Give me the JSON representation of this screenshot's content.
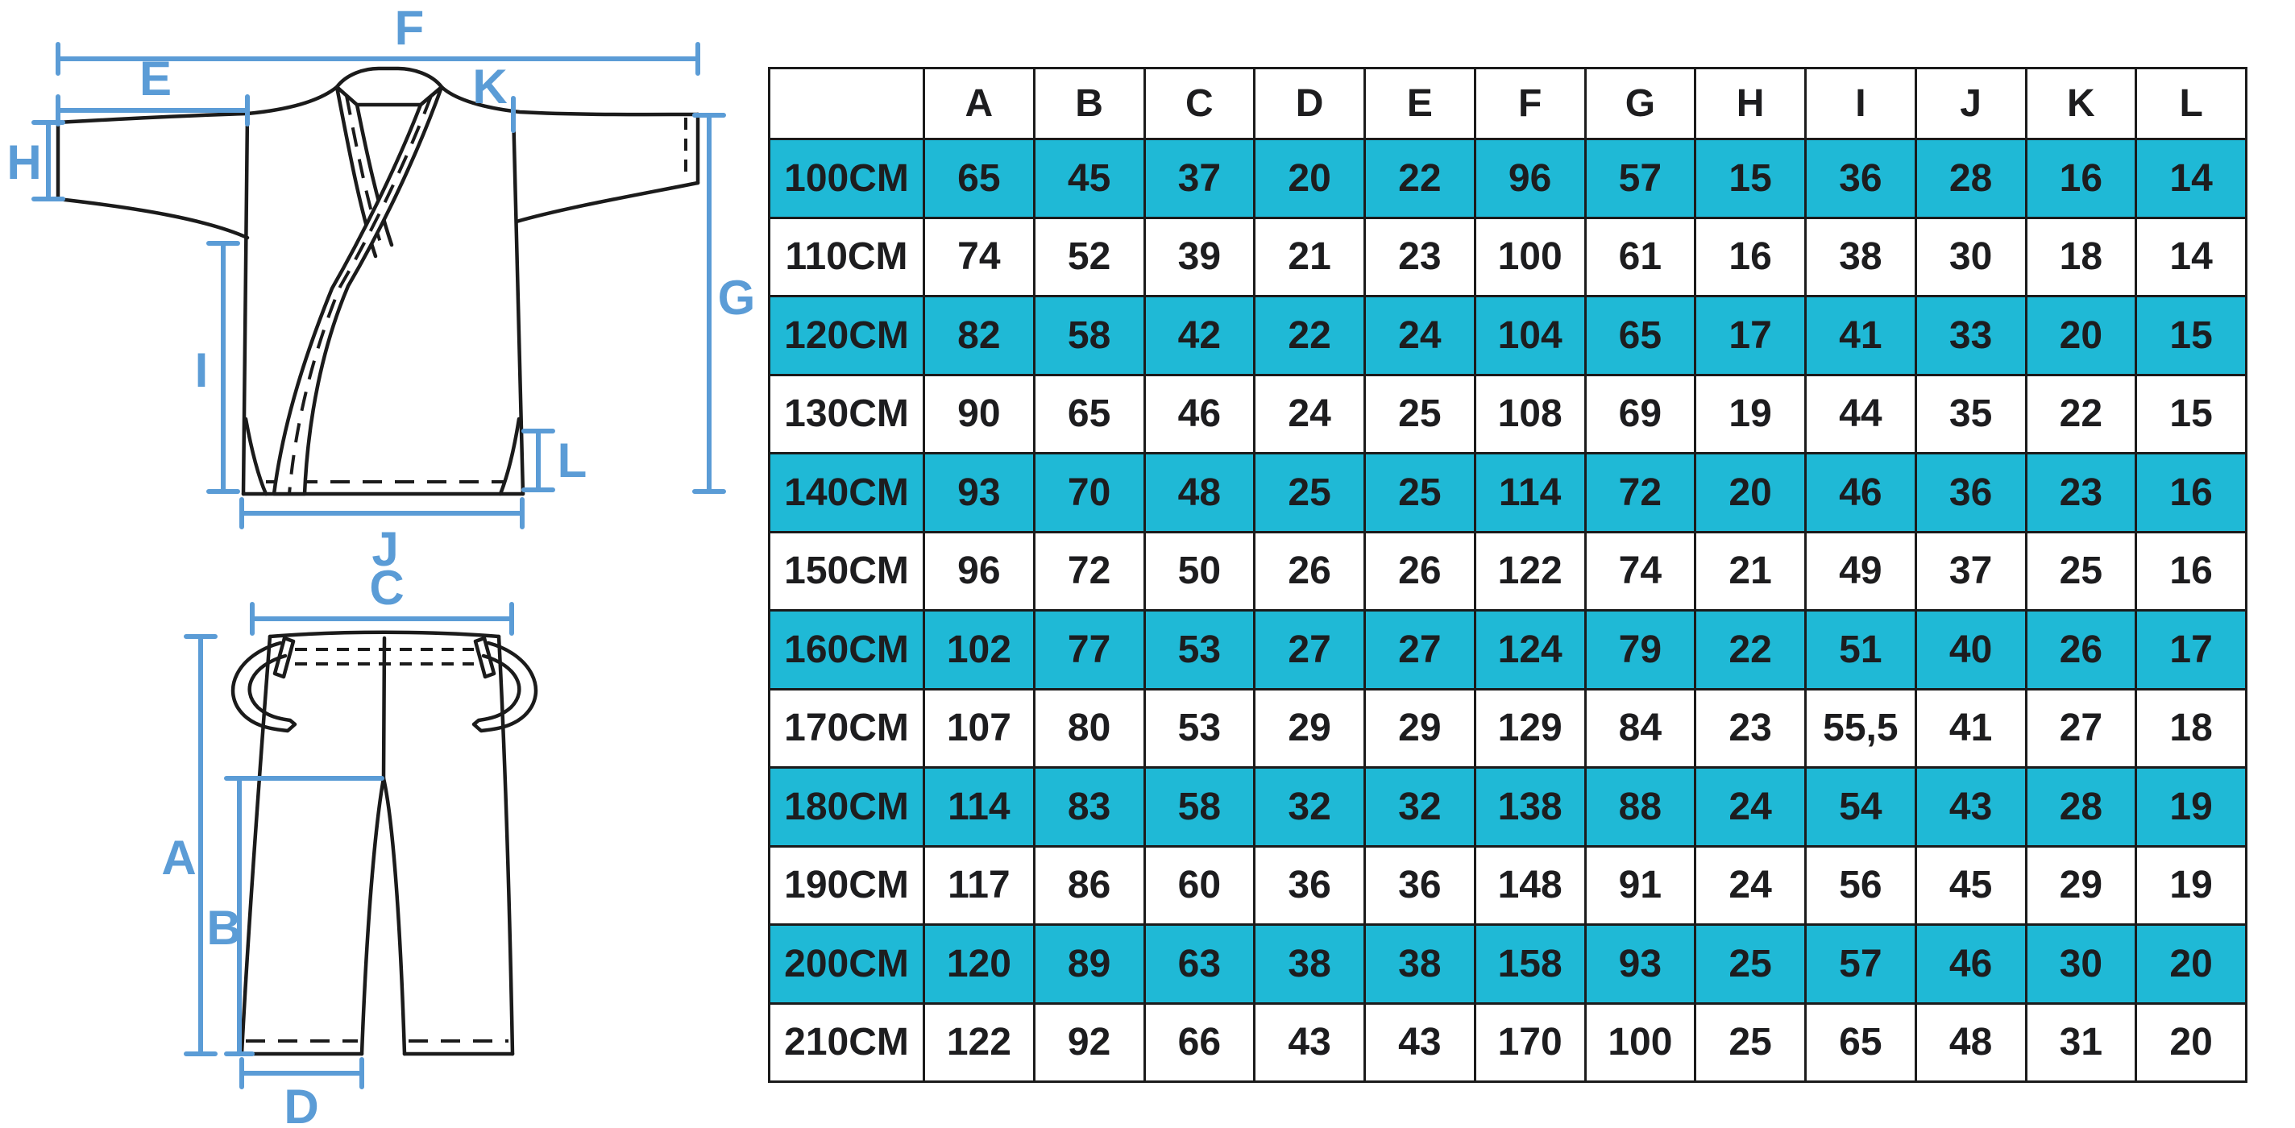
{
  "colors": {
    "accent_blue": "#5B9CD6",
    "highlight_cyan": "#1FB9D6",
    "ink": "#1B1B1B"
  },
  "diagram": {
    "labels": {
      "A": "A",
      "B": "B",
      "C": "C",
      "D": "D",
      "E": "E",
      "F": "F",
      "G": "G",
      "H": "H",
      "I": "I",
      "J": "J",
      "K": "K",
      "L": "L"
    }
  },
  "table": {
    "columns": [
      "A",
      "B",
      "C",
      "D",
      "E",
      "F",
      "G",
      "H",
      "I",
      "J",
      "K",
      "L"
    ],
    "rows": [
      {
        "size": "100CM",
        "highlight": true,
        "values": [
          "65",
          "45",
          "37",
          "20",
          "22",
          "96",
          "57",
          "15",
          "36",
          "28",
          "16",
          "14"
        ]
      },
      {
        "size": "110CM",
        "highlight": false,
        "values": [
          "74",
          "52",
          "39",
          "21",
          "23",
          "100",
          "61",
          "16",
          "38",
          "30",
          "18",
          "14"
        ]
      },
      {
        "size": "120CM",
        "highlight": true,
        "values": [
          "82",
          "58",
          "42",
          "22",
          "24",
          "104",
          "65",
          "17",
          "41",
          "33",
          "20",
          "15"
        ]
      },
      {
        "size": "130CM",
        "highlight": false,
        "values": [
          "90",
          "65",
          "46",
          "24",
          "25",
          "108",
          "69",
          "19",
          "44",
          "35",
          "22",
          "15"
        ]
      },
      {
        "size": "140CM",
        "highlight": true,
        "values": [
          "93",
          "70",
          "48",
          "25",
          "25",
          "114",
          "72",
          "20",
          "46",
          "36",
          "23",
          "16"
        ]
      },
      {
        "size": "150CM",
        "highlight": false,
        "values": [
          "96",
          "72",
          "50",
          "26",
          "26",
          "122",
          "74",
          "21",
          "49",
          "37",
          "25",
          "16"
        ]
      },
      {
        "size": "160CM",
        "highlight": true,
        "values": [
          "102",
          "77",
          "53",
          "27",
          "27",
          "124",
          "79",
          "22",
          "51",
          "40",
          "26",
          "17"
        ]
      },
      {
        "size": "170CM",
        "highlight": false,
        "values": [
          "107",
          "80",
          "53",
          "29",
          "29",
          "129",
          "84",
          "23",
          "55,5",
          "41",
          "27",
          "18"
        ]
      },
      {
        "size": "180CM",
        "highlight": true,
        "values": [
          "114",
          "83",
          "58",
          "32",
          "32",
          "138",
          "88",
          "24",
          "54",
          "43",
          "28",
          "19"
        ]
      },
      {
        "size": "190CM",
        "highlight": false,
        "values": [
          "117",
          "86",
          "60",
          "36",
          "36",
          "148",
          "91",
          "24",
          "56",
          "45",
          "29",
          "19"
        ]
      },
      {
        "size": "200CM",
        "highlight": true,
        "values": [
          "120",
          "89",
          "63",
          "38",
          "38",
          "158",
          "93",
          "25",
          "57",
          "46",
          "30",
          "20"
        ]
      },
      {
        "size": "210CM",
        "highlight": false,
        "values": [
          "122",
          "92",
          "66",
          "43",
          "43",
          "170",
          "100",
          "25",
          "65",
          "48",
          "31",
          "20"
        ]
      }
    ]
  }
}
